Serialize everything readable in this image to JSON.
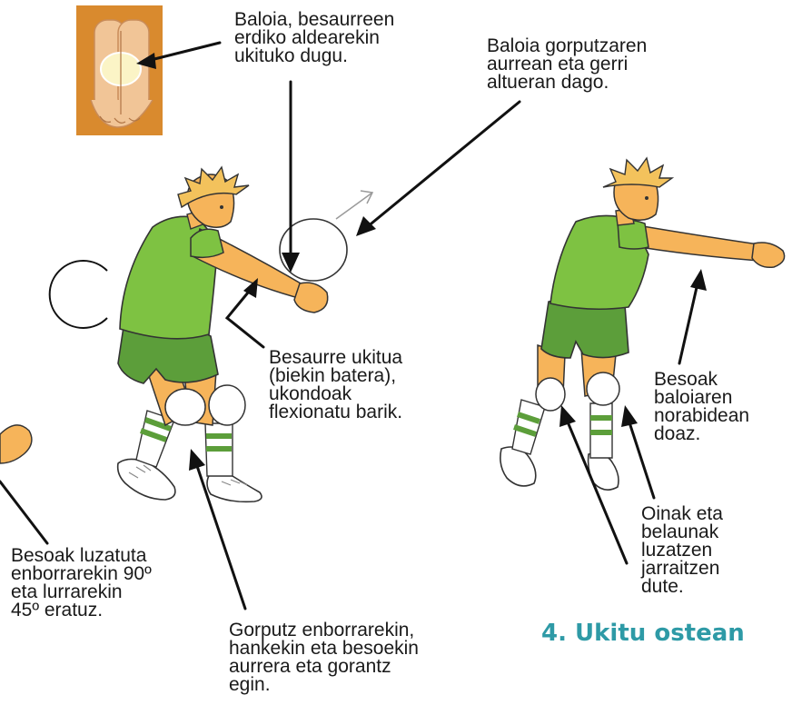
{
  "section_title": "4. Ukitu ostean",
  "colors": {
    "shirt": "#7ec242",
    "shorts": "#5c9e3a",
    "skin": "#f6b45a",
    "hair": "#f3c25c",
    "title": "#2e9aa6",
    "hand_photo_bg": "#d98a2e"
  },
  "labels": {
    "ball_contact": [
      "Baloia, besaurreen",
      "erdiko aldearekin",
      "ukituko dugu."
    ],
    "ball_position": [
      "Baloia gorputzaren",
      "aurrean eta gerri",
      "altueran dago."
    ],
    "forearm_contact": [
      "Besaurre ukitua",
      "(biekin batera),",
      "ukondoak",
      "flexionatu barik."
    ],
    "arms_direction": [
      "Besoak",
      "baloiaren",
      "norabidean",
      "doaz."
    ],
    "arms_extended": [
      "Besoak luzatuta",
      "enborrarekin 90º",
      "eta lurrarekin",
      "45º eratuz."
    ],
    "body_forward": [
      "Gorputz enborrarekin,",
      "hankekin eta besoekin",
      "aurrera eta gorantz",
      "egin."
    ],
    "legs_extended": [
      "Oinak eta",
      "belaunak",
      "luzatzen",
      "jarraitzen",
      "dute."
    ]
  }
}
